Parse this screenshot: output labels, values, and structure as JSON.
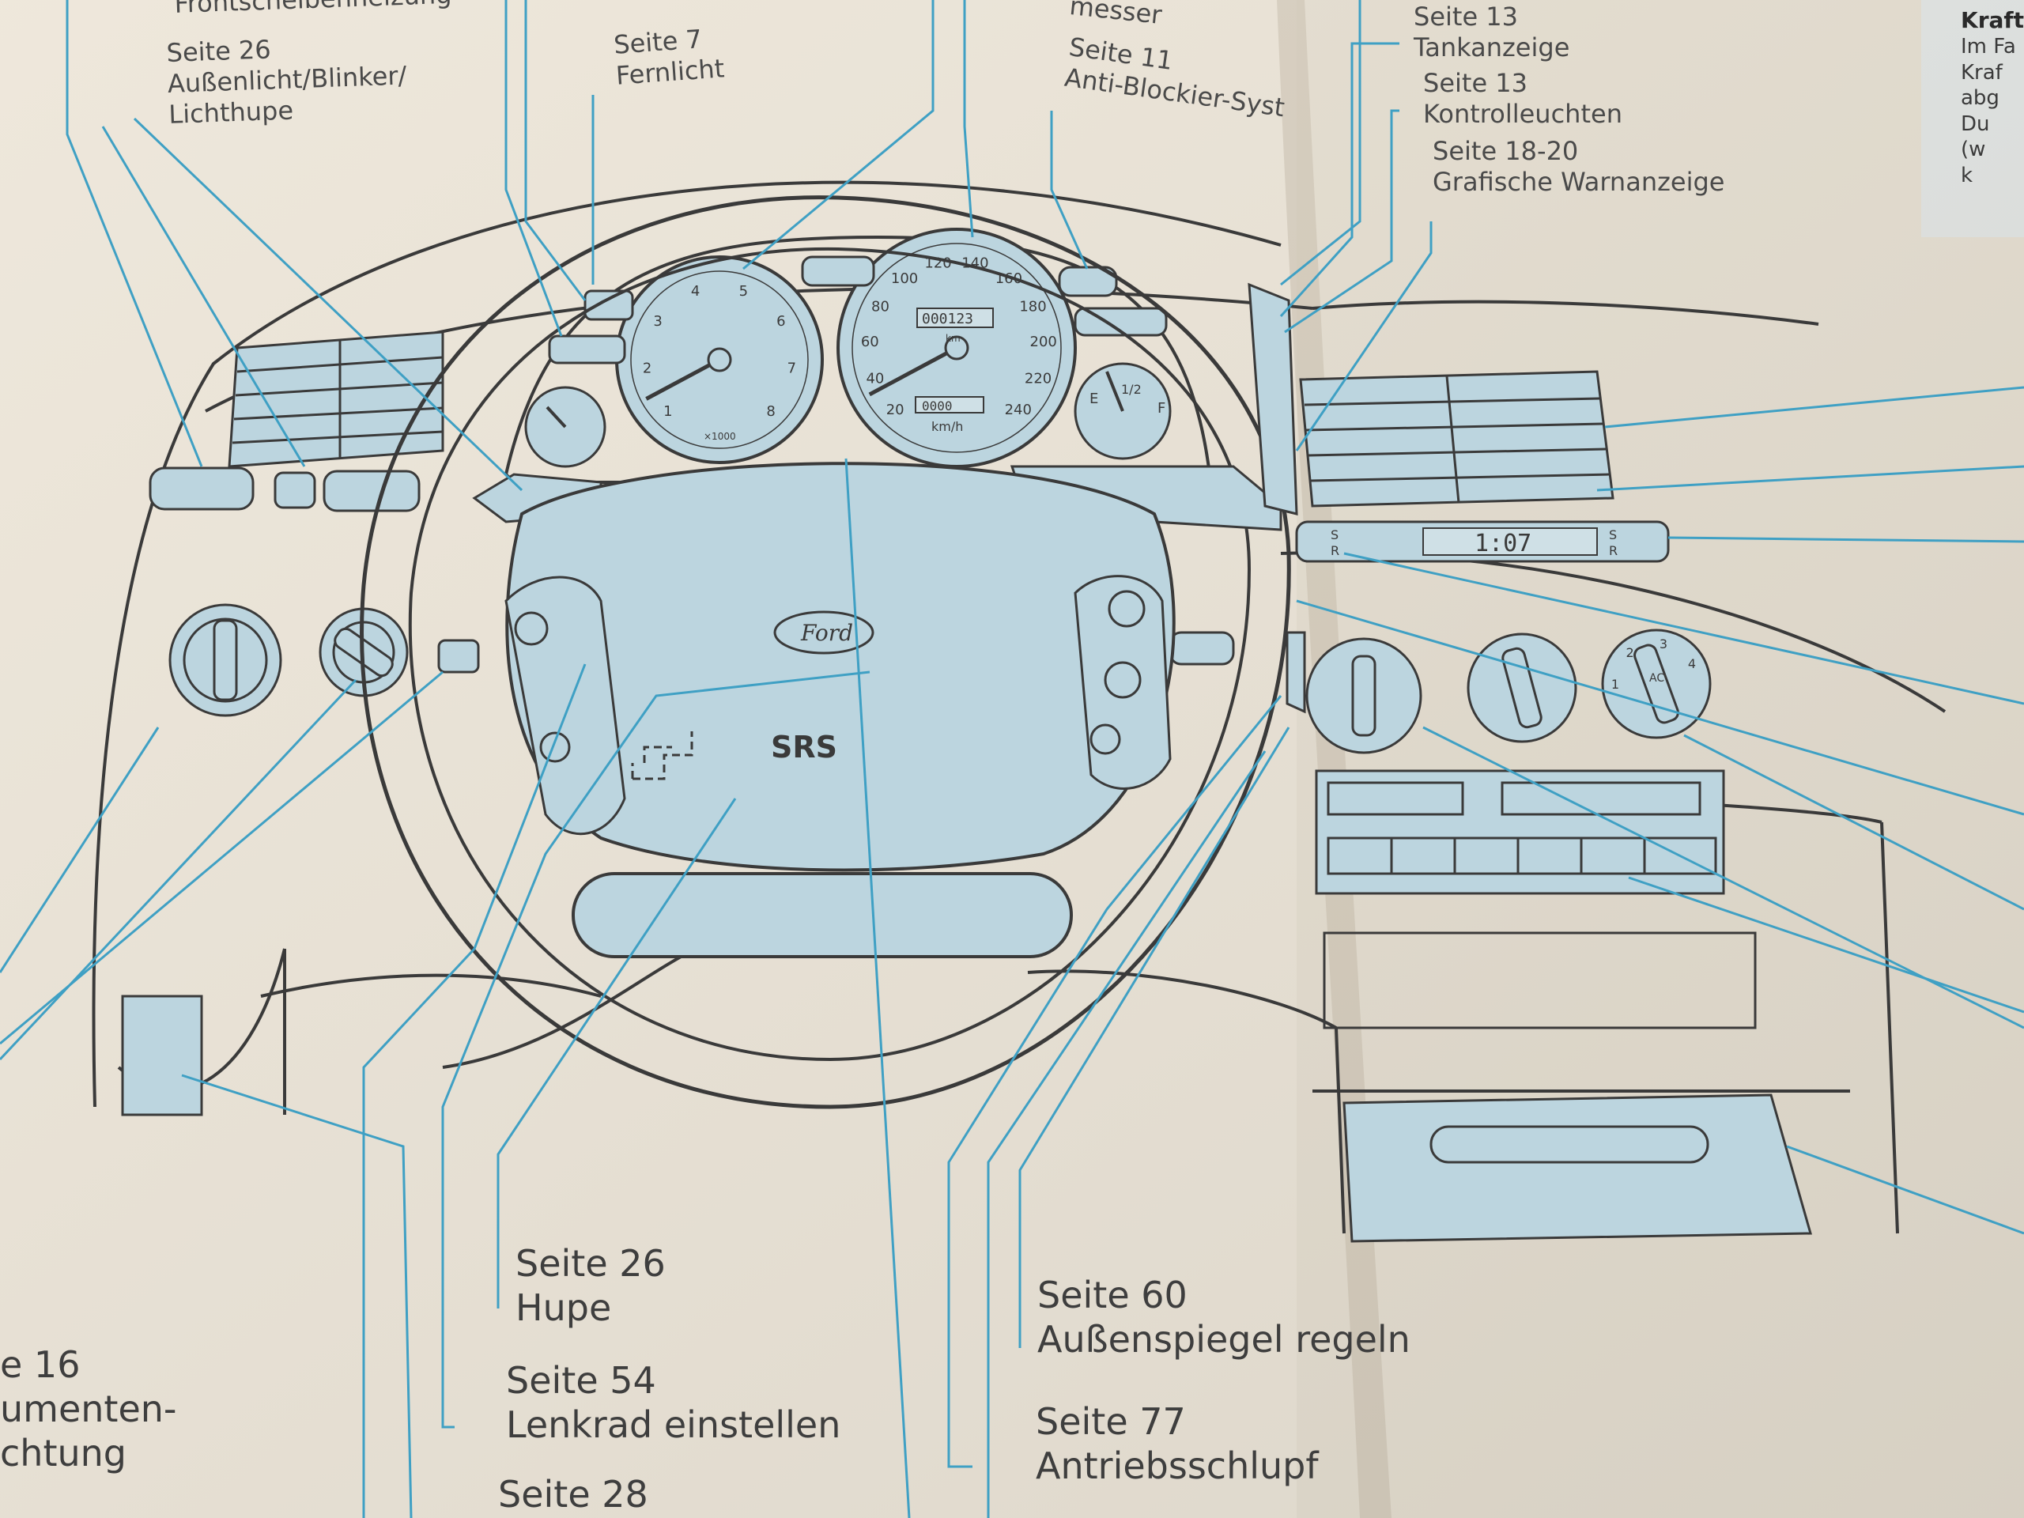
{
  "callouts": {
    "frontscheibenheizung": {
      "text": "Frontscheibenheizung"
    },
    "aussenlicht": {
      "page": "Seite 26",
      "line1": "Außenlicht/Blinker/",
      "line2": "Lichthupe"
    },
    "fernlicht": {
      "page": "Seite 7",
      "text": "Fernlicht"
    },
    "messer_fragment": {
      "text": "messer"
    },
    "abs": {
      "page": "Seite 11",
      "text": "Anti-Blockier-Syst"
    },
    "tankanzeige": {
      "page": "Seite 13",
      "text": "Tankanzeige"
    },
    "kontrollleuchten": {
      "page": "Seite 13",
      "text": "Kontrolleuchten"
    },
    "warnanzeige": {
      "page": "Seite 18-20",
      "text": "Grafische Warnanzeige"
    },
    "instrumenten": {
      "page": "e 16",
      "line1": "umenten-",
      "line2": "chtung"
    },
    "hupe": {
      "page": "Seite 26",
      "text": "Hupe"
    },
    "lenkrad": {
      "page": "Seite 54",
      "text": "Lenkrad einstellen"
    },
    "seite28": {
      "page": "Seite 28"
    },
    "aussenspiegel": {
      "page": "Seite 60",
      "text": "Außenspiegel regeln"
    },
    "antriebsschlupf": {
      "page": "Seite 77",
      "text": "Antriebsschlupf"
    }
  },
  "sidebar": {
    "title": "Kraft",
    "lines": [
      "Im Fa",
      "Kraf",
      "abg",
      "Du",
      "(w",
      "k"
    ]
  },
  "dashboard": {
    "tachometer": {
      "scale": [
        "1",
        "2",
        "3",
        "4",
        "5",
        "6",
        "7",
        "8"
      ],
      "unit": "×1000",
      "needle_value": 0.5
    },
    "speedometer": {
      "scale": [
        "20",
        "40",
        "60",
        "80",
        "100",
        "120",
        "140",
        "160",
        "180",
        "200",
        "220",
        "240"
      ],
      "odometer": "000123",
      "trip": "0000",
      "unit": "km/h",
      "odo_unit": "km",
      "needle_value": 15
    },
    "fuel_gauge": {
      "empty": "E",
      "half": "1/2",
      "full": "F"
    },
    "clock": "1:07",
    "brand": "Ford",
    "airbag": "SRS",
    "climate_fan_scale": [
      "1",
      "2",
      "3",
      "4"
    ],
    "climate_ac": "AC",
    "clock_buttons": [
      "S",
      "R"
    ]
  },
  "colors": {
    "paper": "#e9e2d4",
    "blue_fill": "#bcd5df",
    "callout_line": "#3fa0c4",
    "ink": "#3a3a3a"
  }
}
